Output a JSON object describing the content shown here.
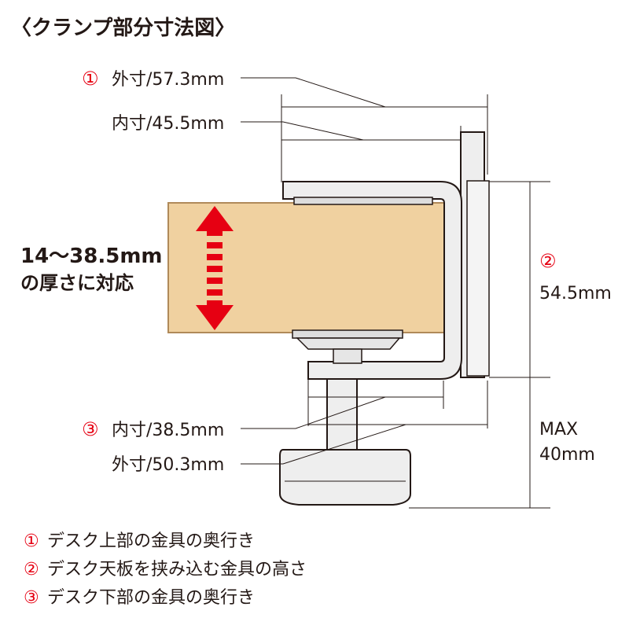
{
  "title": "〈クランプ部分寸法図〉",
  "labels": {
    "n1": "①",
    "n2": "②",
    "n3": "③",
    "outer_top": "外寸/57.3mm",
    "inner_top": "内寸/45.5mm",
    "thickness_line1": "14～38.5mm",
    "thickness_line2": "の厚さに対応",
    "height_value": "54.5mm",
    "inner_bottom": "内寸/38.5mm",
    "outer_bottom": "外寸/50.3mm",
    "max_line1": "MAX",
    "max_line2": "40mm"
  },
  "legend": [
    {
      "num": "①",
      "text": "デスク上部の金具の奥行き"
    },
    {
      "num": "②",
      "text": "デスク天板を挟み込む金具の高さ"
    },
    {
      "num": "③",
      "text": "デスク下部の金具の奥行き"
    }
  ],
  "colors": {
    "accent": "#e60012",
    "wood": "#f0d1a0",
    "wood_edge": "#b08a5a",
    "metal": "#eeeeee",
    "line": "#231815"
  }
}
